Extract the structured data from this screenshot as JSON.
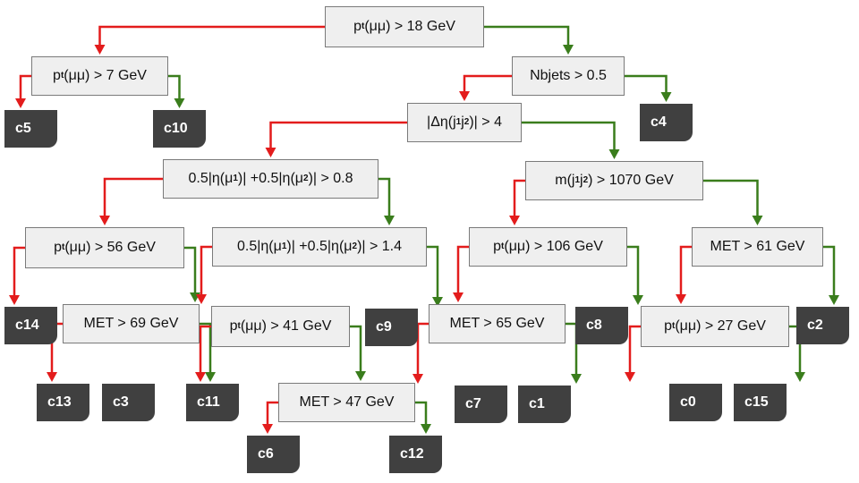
{
  "colors": {
    "left_branch": "#e31c1c",
    "right_branch": "#3a7d1c",
    "node_fill": "#efefef",
    "node_border": "#7a7a7a",
    "leaf_fill": "#404040",
    "leaf_text": "#ffffff"
  },
  "nodes": [
    {
      "id": "n_root",
      "label": "p_{t}(μμ) > 18 GeV"
    },
    {
      "id": "n_pt7",
      "label": "p_{t}(μμ) > 7 GeV"
    },
    {
      "id": "n_nbjets",
      "label": "Nbjets > 0.5"
    },
    {
      "id": "n_deta",
      "label": "|Δη(j_{1}j_{2})| > 4"
    },
    {
      "id": "n_eta08",
      "label": "0.5|η(μ_{1})| +0.5|η(μ_{2})| > 0.8"
    },
    {
      "id": "n_mjj",
      "label": "m(j_{1}j_{2}) > 1070 GeV"
    },
    {
      "id": "n_pt56",
      "label": "p_{t}(μμ) > 56 GeV"
    },
    {
      "id": "n_eta14",
      "label": "0.5|η(μ_{1})| +0.5|η(μ_{2})| > 1.4"
    },
    {
      "id": "n_pt106",
      "label": "p_{t}(μμ) > 106 GeV"
    },
    {
      "id": "n_met61",
      "label": "MET > 61 GeV"
    },
    {
      "id": "n_met69",
      "label": "MET > 69 GeV"
    },
    {
      "id": "n_pt41",
      "label": "p_{t}(μμ) > 41 GeV"
    },
    {
      "id": "n_met65",
      "label": "MET > 65 GeV"
    },
    {
      "id": "n_pt27",
      "label": "p_{t}(μμ) > 27 GeV"
    },
    {
      "id": "n_met47",
      "label": "MET > 47 GeV"
    }
  ],
  "leaves": [
    {
      "id": "l_c5",
      "label": "c5"
    },
    {
      "id": "l_c10",
      "label": "c10"
    },
    {
      "id": "l_c4",
      "label": "c4"
    },
    {
      "id": "l_c14",
      "label": "c14"
    },
    {
      "id": "l_c9",
      "label": "c9"
    },
    {
      "id": "l_c8",
      "label": "c8"
    },
    {
      "id": "l_c2",
      "label": "c2"
    },
    {
      "id": "l_c13",
      "label": "c13"
    },
    {
      "id": "l_c3",
      "label": "c3"
    },
    {
      "id": "l_c11",
      "label": "c11"
    },
    {
      "id": "l_c7",
      "label": "c7"
    },
    {
      "id": "l_c1",
      "label": "c1"
    },
    {
      "id": "l_c0",
      "label": "c0"
    },
    {
      "id": "l_c15",
      "label": "c15"
    },
    {
      "id": "l_c6",
      "label": "c6"
    },
    {
      "id": "l_c12",
      "label": "c12"
    }
  ],
  "edges": [
    {
      "from": "n_root",
      "to": "n_pt7",
      "branch": "left"
    },
    {
      "from": "n_root",
      "to": "n_nbjets",
      "branch": "right"
    },
    {
      "from": "n_pt7",
      "to": "l_c5",
      "branch": "left"
    },
    {
      "from": "n_pt7",
      "to": "l_c10",
      "branch": "right"
    },
    {
      "from": "n_nbjets",
      "to": "n_deta",
      "branch": "left"
    },
    {
      "from": "n_nbjets",
      "to": "l_c4",
      "branch": "right"
    },
    {
      "from": "n_deta",
      "to": "n_eta08",
      "branch": "left"
    },
    {
      "from": "n_deta",
      "to": "n_mjj",
      "branch": "right"
    },
    {
      "from": "n_eta08",
      "to": "n_pt56",
      "branch": "left"
    },
    {
      "from": "n_eta08",
      "to": "n_eta14",
      "branch": "right"
    },
    {
      "from": "n_pt56",
      "to": "l_c14",
      "branch": "left"
    },
    {
      "from": "n_pt56",
      "to": "n_met69",
      "branch": "right"
    },
    {
      "from": "n_met69",
      "to": "l_c13",
      "branch": "left"
    },
    {
      "from": "n_met69",
      "to": "l_c3",
      "branch": "right"
    },
    {
      "from": "n_eta14",
      "to": "n_pt41",
      "branch": "left"
    },
    {
      "from": "n_eta14",
      "to": "l_c9",
      "branch": "right"
    },
    {
      "from": "n_pt41",
      "to": "l_c11",
      "branch": "left"
    },
    {
      "from": "n_pt41",
      "to": "n_met47",
      "branch": "right"
    },
    {
      "from": "n_met47",
      "to": "l_c6",
      "branch": "left"
    },
    {
      "from": "n_met47",
      "to": "l_c12",
      "branch": "right"
    },
    {
      "from": "n_mjj",
      "to": "n_pt106",
      "branch": "left"
    },
    {
      "from": "n_mjj",
      "to": "n_met61",
      "branch": "right"
    },
    {
      "from": "n_pt106",
      "to": "n_met65",
      "branch": "left"
    },
    {
      "from": "n_pt106",
      "to": "l_c8",
      "branch": "right"
    },
    {
      "from": "n_met65",
      "to": "l_c7",
      "branch": "left"
    },
    {
      "from": "n_met65",
      "to": "l_c1",
      "branch": "right"
    },
    {
      "from": "n_met61",
      "to": "n_pt27",
      "branch": "left"
    },
    {
      "from": "n_met61",
      "to": "l_c2",
      "branch": "right"
    },
    {
      "from": "n_pt27",
      "to": "l_c0",
      "branch": "left"
    },
    {
      "from": "n_pt27",
      "to": "l_c15",
      "branch": "right"
    }
  ]
}
